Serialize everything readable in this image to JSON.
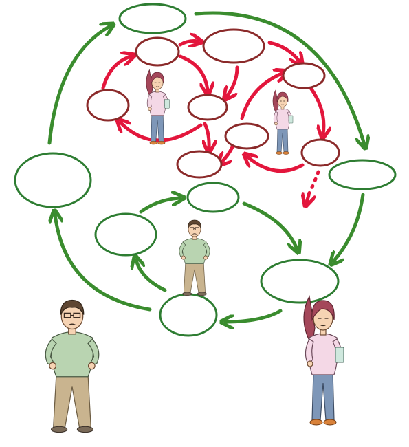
{
  "diagram": {
    "background": "#ffffff",
    "colors": {
      "outer_cycle": "#3a8c2e",
      "outer_box_stroke": "#2e7d32",
      "inner_cycle": "#e3163c",
      "inner_box_stroke": "#8b2a2a"
    },
    "box_labels": {
      "outer_top": "",
      "outer_right": "",
      "outer_bottom_right": "",
      "outer_bottom": "",
      "outer_left": "",
      "mid_top": "",
      "mid_left": "",
      "mid_right": "",
      "mid_bottom": "",
      "red_left_top": "",
      "red_left": "",
      "red_left_center": "",
      "red_top": "",
      "red_right_top": "",
      "red_right_mid": "",
      "red_right_low": "",
      "red_bottom": ""
    },
    "figures": [
      {
        "name": "female-student",
        "icon": "female-student-figure"
      },
      {
        "name": "male-teacher",
        "icon": "male-teacher-figure"
      }
    ]
  }
}
